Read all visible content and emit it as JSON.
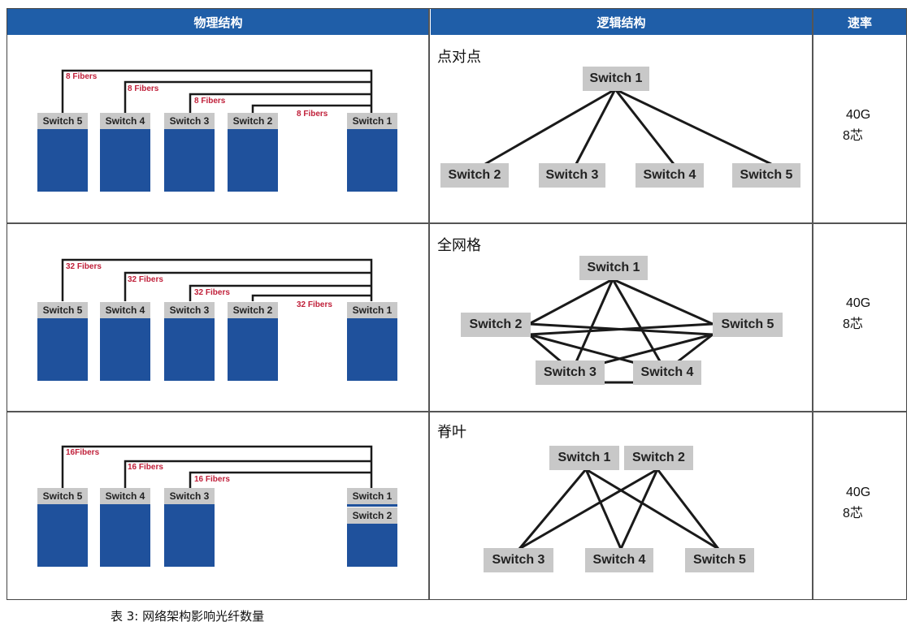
{
  "headers": {
    "physical": "物理结构",
    "logical": "逻辑结构",
    "rate": "速率"
  },
  "rows": [
    {
      "topology": "点对点",
      "rate_speed": "40G",
      "rate_cores": "8芯",
      "physical": {
        "switches": [
          "Switch 5",
          "Switch 4",
          "Switch 3",
          "Switch 2",
          "Switch 1"
        ],
        "fibers": [
          "8 Fibers",
          "8 Fibers",
          "8 Fibers",
          "8 Fibers"
        ]
      },
      "logical": {
        "nodes": [
          "Switch 1",
          "Switch 2",
          "Switch 3",
          "Switch 4",
          "Switch 5"
        ]
      }
    },
    {
      "topology": "全网格",
      "rate_speed": "40G",
      "rate_cores": "8芯",
      "physical": {
        "switches": [
          "Switch 5",
          "Switch 4",
          "Switch 3",
          "Switch 2",
          "Switch 1"
        ],
        "fibers": [
          "32 Fibers",
          "32 Fibers",
          "32 Fibers",
          "32 Fibers"
        ]
      },
      "logical": {
        "nodes": [
          "Switch 1",
          "Switch 2",
          "Switch 5",
          "Switch 3",
          "Switch 4"
        ]
      }
    },
    {
      "topology": "脊叶",
      "rate_speed": "40G",
      "rate_cores": "8芯",
      "physical": {
        "switches": [
          "Switch 5",
          "Switch 4",
          "Switch 3",
          "Switch 1",
          "Switch 2"
        ],
        "fibers": [
          "16Fibers",
          "16 Fibers",
          "16 Fibers"
        ]
      },
      "logical": {
        "nodes": [
          "Switch 1",
          "Switch 2",
          "Switch 3",
          "Switch 4",
          "Switch 5"
        ]
      }
    }
  ],
  "caption": "表 3: 网络架构影响光纤数量",
  "colors": {
    "header_bg": "#1f5ea8",
    "rack": "#1f519c",
    "label_bg": "#c8c8c8",
    "fiber_text": "#c0203a"
  }
}
